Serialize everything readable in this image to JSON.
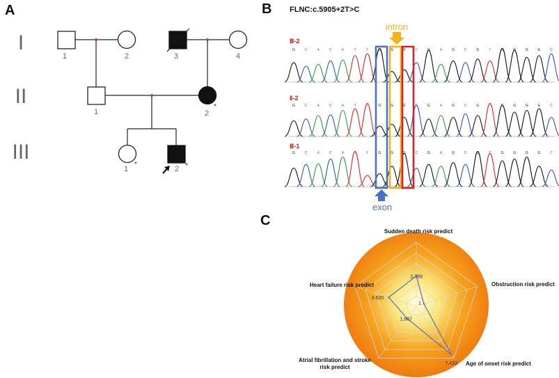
{
  "panels": {
    "a": "A",
    "b": "B",
    "c": "C"
  },
  "pedigree": {
    "generations": [
      "I",
      "II",
      "III"
    ],
    "members": [
      {
        "gen": 0,
        "num": "1",
        "sex": "male",
        "affected": false,
        "deceased": false,
        "tested": false,
        "proband": false
      },
      {
        "gen": 0,
        "num": "2",
        "sex": "female",
        "affected": false,
        "deceased": false,
        "tested": false,
        "proband": false
      },
      {
        "gen": 0,
        "num": "3",
        "sex": "male",
        "affected": true,
        "deceased": true,
        "tested": false,
        "proband": false
      },
      {
        "gen": 0,
        "num": "4",
        "sex": "female",
        "affected": false,
        "deceased": false,
        "tested": false,
        "proband": false
      },
      {
        "gen": 1,
        "num": "1",
        "sex": "male",
        "affected": false,
        "deceased": false,
        "tested": false,
        "proband": false
      },
      {
        "gen": 1,
        "num": "2",
        "sex": "female",
        "affected": true,
        "deceased": false,
        "tested": true,
        "proband": false
      },
      {
        "gen": 2,
        "num": "1",
        "sex": "female",
        "affected": false,
        "deceased": false,
        "tested": true,
        "proband": false
      },
      {
        "gen": 2,
        "num": "2",
        "sex": "male",
        "affected": true,
        "deceased": false,
        "tested": true,
        "proband": true
      }
    ],
    "tested_marker": "*"
  },
  "sequencing": {
    "title": "FLNC:c.5905+2T>C",
    "tracks": [
      {
        "label": "Ⅲ-2"
      },
      {
        "label": "Ⅱ-2"
      },
      {
        "label": "Ⅲ-1"
      }
    ],
    "bases": [
      "G",
      "C",
      "A",
      "C",
      "A",
      "T",
      "T",
      "G",
      "G",
      "G",
      "C",
      "G",
      "A",
      "G",
      "C",
      "G",
      "T",
      "G",
      "G",
      "G",
      "G",
      "C"
    ],
    "callouts": {
      "intron": "intron",
      "exon": "exon"
    },
    "colors": {
      "exon": "#4a72c4",
      "intron": "#f2b21a",
      "mutation": "#e02020",
      "label": "#cc1a1a"
    }
  },
  "chart_data": {
    "type": "radar",
    "axes": [
      "Sudden death risk predict",
      "Obstruction risk predict",
      "Age of onset risk predict",
      "Atrial fibrillation and stroke risk predict",
      "Heart failure risk predict"
    ],
    "values": [
      3.789,
      1,
      7.433,
      1.907,
      3.62
    ],
    "value_labels": [
      "3.789",
      "1",
      "7.433",
      "1.907",
      "3.620"
    ],
    "rmax": 8,
    "rings": 6,
    "colors": {
      "outer": "#f07a10",
      "inner": "#fffde0",
      "series": "#5a6fb5",
      "grid": "#d8d8d8"
    }
  }
}
